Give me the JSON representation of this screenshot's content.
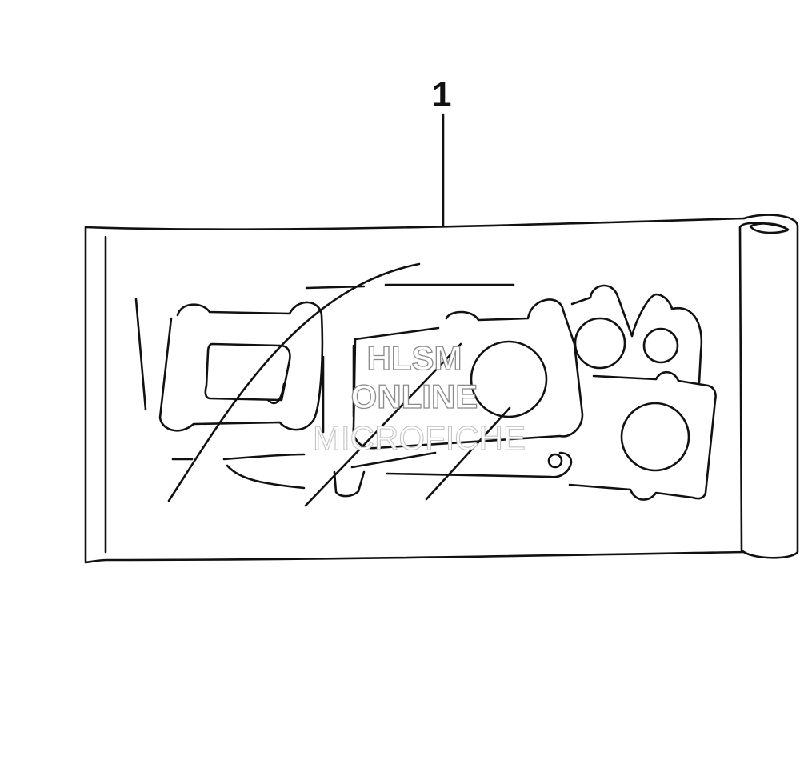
{
  "diagram": {
    "callouts": [
      {
        "number": "1",
        "part": "gasket-kit"
      }
    ],
    "watermark": {
      "line1": "HLSM",
      "line2": "ONLINE",
      "line3": "MICROFICHE"
    },
    "colors": {
      "line": "#111111",
      "background": "#ffffff",
      "watermark_outline": "#8a8a8a"
    }
  }
}
